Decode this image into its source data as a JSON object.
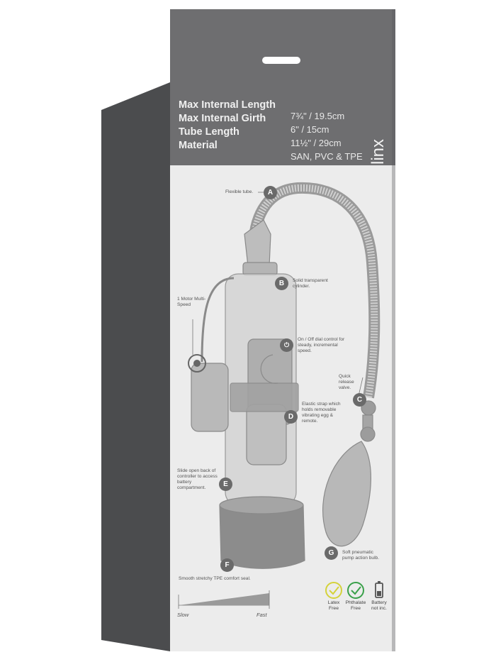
{
  "brand": "linx",
  "specs": [
    {
      "label": "Max Internal Length",
      "value": "7¾\" / 19.5cm"
    },
    {
      "label": "Max Internal Girth",
      "value": "6\" / 15cm"
    },
    {
      "label": "Tube Length",
      "value": "11½\" / 29cm"
    },
    {
      "label": "Material",
      "value": "SAN, PVC & TPE"
    }
  ],
  "callouts": {
    "a": {
      "letter": "A",
      "text": "Flexible tube."
    },
    "b": {
      "letter": "B",
      "text": "Solid transparent cylinder."
    },
    "power": {
      "text": "On / Off dial control for steady, incremental speed."
    },
    "motor": {
      "text": "1 Motor Multi-Speed"
    },
    "c": {
      "letter": "C",
      "text": "Quick release valve."
    },
    "d": {
      "letter": "D",
      "text": "Elastic strap which holds removable vibrating egg & remote."
    },
    "e": {
      "letter": "E",
      "text": "Slide open back of controller to access battery compartment."
    },
    "f": {
      "letter": "F",
      "text": "Smooth stretchy TPE comfort seal."
    },
    "g": {
      "letter": "G",
      "text": "Soft pneumatic pump action bulb."
    }
  },
  "speed_scale": {
    "slow": "Slow",
    "fast": "Fast"
  },
  "features": [
    {
      "name": "latex-free",
      "text": "Latex Free",
      "color": "#d4d23a"
    },
    {
      "name": "phthalate-free",
      "text": "Phthalate Free",
      "color": "#3aa04a"
    },
    {
      "name": "battery",
      "text": "Battery not inc.",
      "color": "#555555"
    }
  ]
}
